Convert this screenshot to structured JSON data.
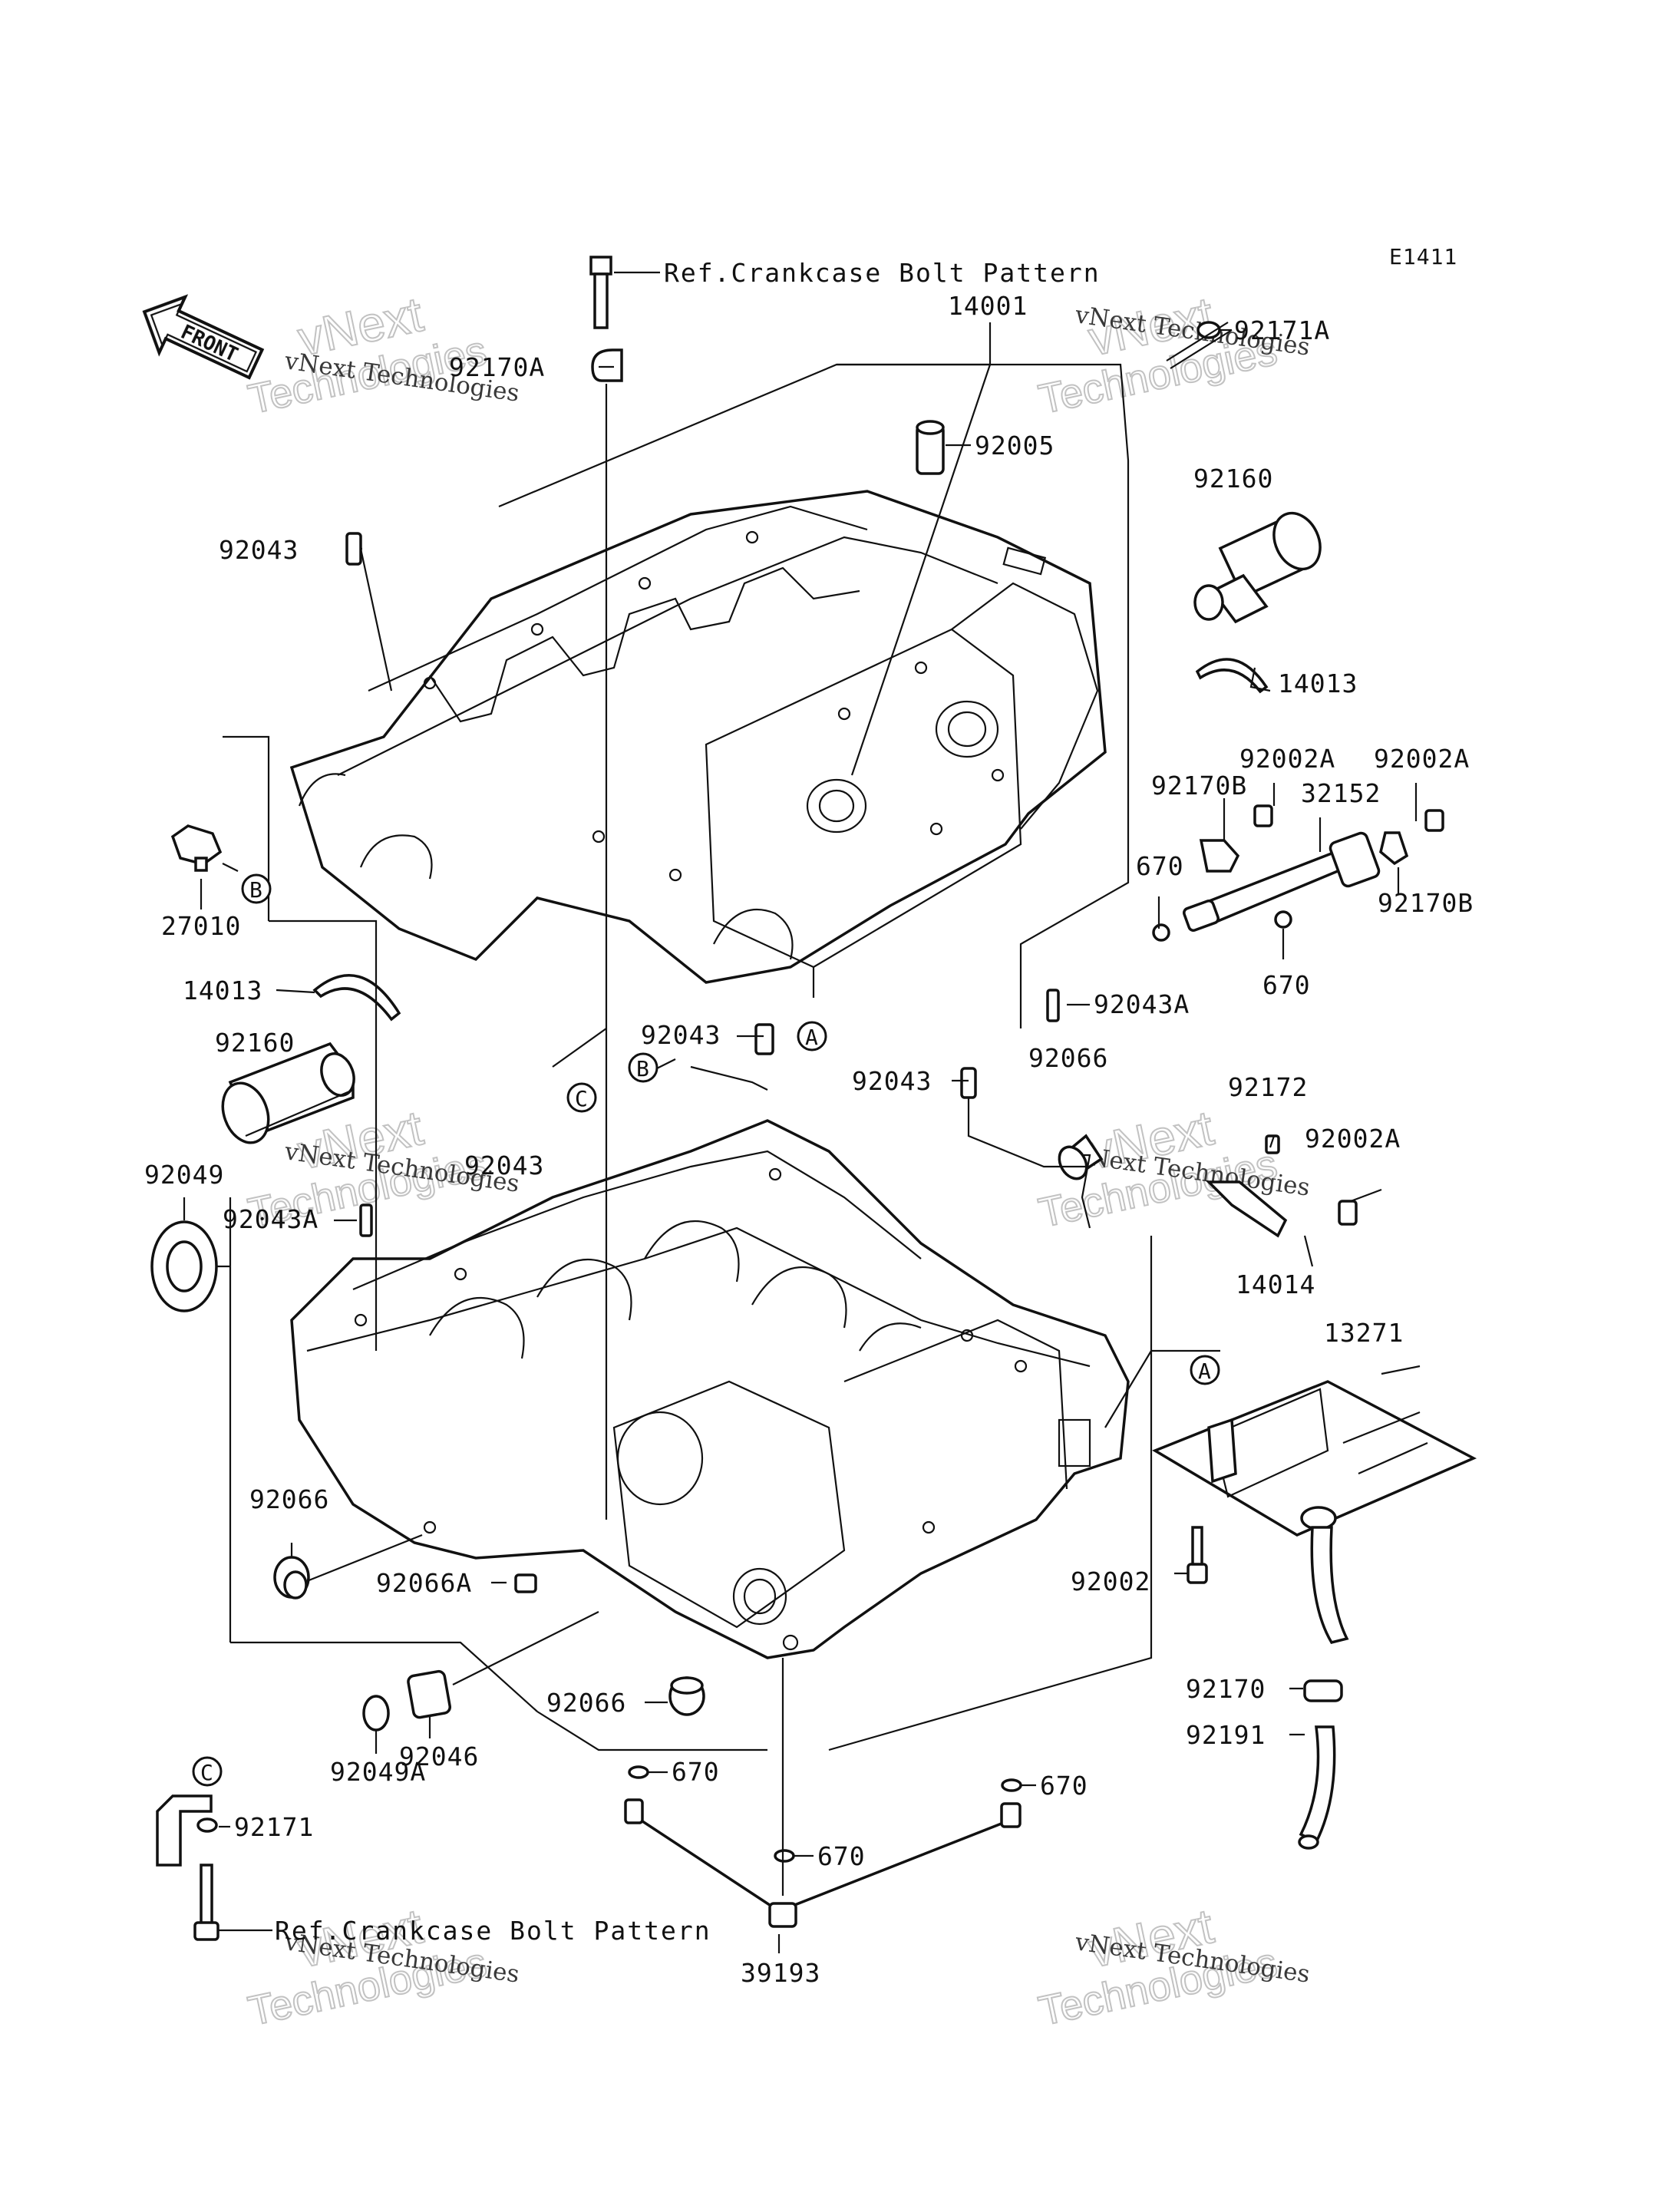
{
  "diagram_code": "E1411",
  "front_marker": "FRONT",
  "references": {
    "bolt_pattern_top": "Ref.Crankcase Bolt Pattern",
    "bolt_pattern_bottom": "Ref.Crankcase Bolt Pattern"
  },
  "callouts": {
    "A": "A",
    "B": "B",
    "C": "C"
  },
  "parts": {
    "p14001": "14001",
    "p92170A": "92170A",
    "p92171A": "92171A",
    "p92005": "92005",
    "p92160_top": "92160",
    "p92043_top": "92043",
    "p14013_right": "14013",
    "p92002A_1": "92002A",
    "p92002A_2": "92002A",
    "p92170B_1": "92170B",
    "p32152": "32152",
    "p670_1": "670",
    "p92170B_2": "92170B",
    "p670_2": "670",
    "p27010": "27010",
    "p14013_left": "14013",
    "p92043A_right": "92043A",
    "p92043_mid": "92043",
    "p92066_right": "92066",
    "p92043_mid2": "92043",
    "p92160_left": "92160",
    "p92172": "92172",
    "p92002A_3": "92002A",
    "p92043_left": "92043",
    "p92049": "92049",
    "p92043A_left": "92043A",
    "p14014": "14014",
    "p13271": "13271",
    "p92066_left": "92066",
    "p92066A": "92066A",
    "p92002": "92002",
    "p92066_bottom": "92066",
    "p92170": "92170",
    "p92046": "92046",
    "p92049A": "92049A",
    "p92191": "92191",
    "p670_3": "670",
    "p670_4": "670",
    "p670_5": "670",
    "p92171": "92171",
    "p39193": "39193"
  },
  "watermark": {
    "company": "vNext Technologies",
    "word1": "vNext",
    "word2": "Technologies"
  }
}
